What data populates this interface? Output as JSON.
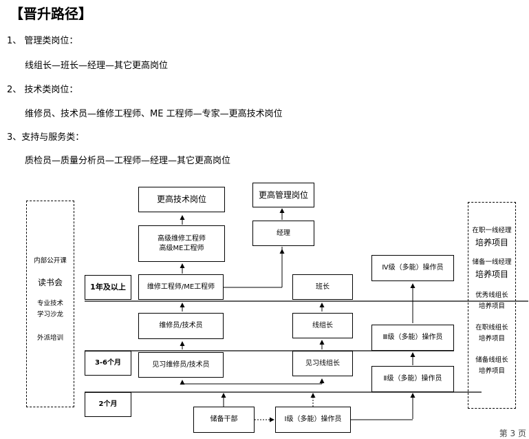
{
  "title": "【晋升路径】",
  "sections": [
    {
      "heading": "1、 管理类岗位：",
      "path": "线组长—班长—经理—其它更高岗位"
    },
    {
      "heading": "2、 技术类岗位：",
      "path": "维修员、技术员—维修工程师、ME 工程师—专家—更高技术岗位"
    },
    {
      "heading": "3、支持与服务类：",
      "path": "质检员—质量分析员—工程师—经理—其它更高岗位"
    }
  ],
  "diagram": {
    "left_panel": [
      "内部公开课",
      "读书会",
      "专业技术",
      "学习沙龙",
      "外派培训"
    ],
    "right_panel": [
      "在职一线经理",
      "培养项目",
      "储备一线经理",
      "培养项目",
      "优秀线组长",
      "培养项目",
      "在职线组长",
      "培养项目",
      "储备线组长",
      "培养项目"
    ],
    "tiers": [
      "1年及以上",
      "3-6个月",
      "2个月"
    ],
    "boxes": {
      "higher_tech": "更高技术岗位",
      "higher_mgmt": "更高管理岗位",
      "senior_eng_1": "高级维修工程师",
      "senior_eng_2": "高级ME工程师",
      "manager": "经理",
      "engineer": "维修工程师/ME工程师",
      "team_leader": "班长",
      "op4": "Ⅳ级（多能）操作员",
      "tech": "维修员/技术员",
      "line_leader": "线组长",
      "op3": "Ⅲ级（多能）操作员",
      "trainee_tech": "见习维修员/技术员",
      "trainee_leader": "见习线组长",
      "op2": "Ⅱ级（多能）操作员",
      "reserve": "储备干部",
      "op1": "Ⅰ级（多能）操作员"
    }
  },
  "page_footer": "第 3 页"
}
